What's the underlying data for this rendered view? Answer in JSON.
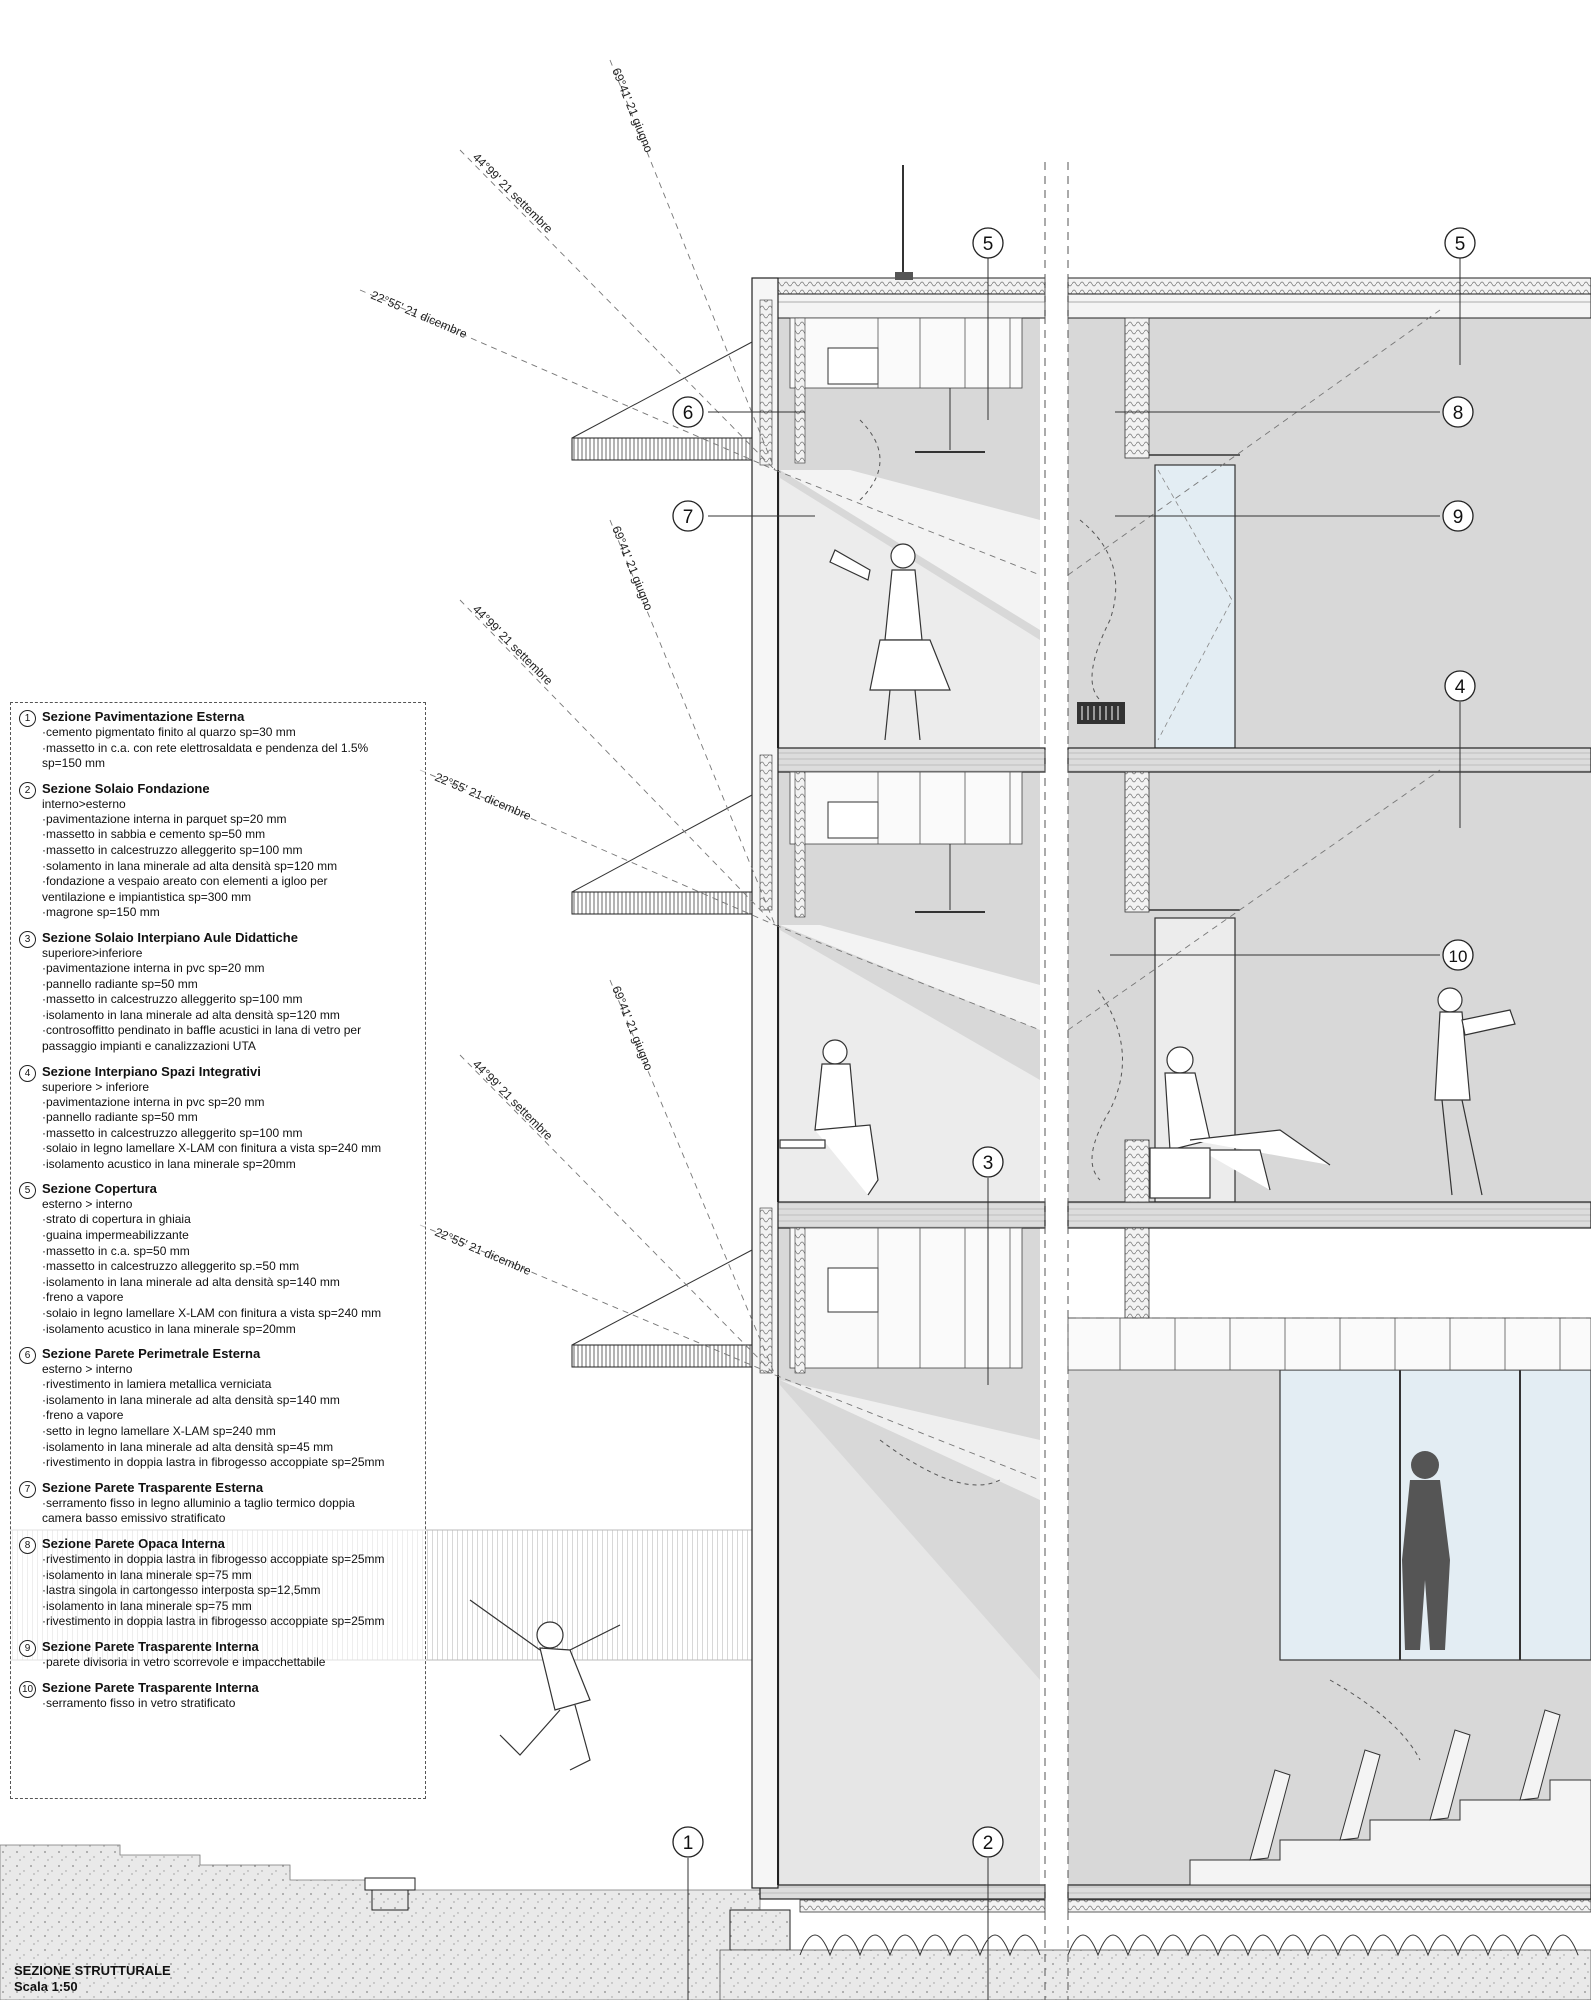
{
  "callouts": {
    "c1": "1",
    "c2": "2",
    "c3": "3",
    "c4": "4",
    "c5a": "5",
    "c5b": "5",
    "c6": "6",
    "c7": "7",
    "c8": "8",
    "c9": "9",
    "c10": "10"
  },
  "sun_angles": {
    "floor1": {
      "summer": "69°41' 21 giugno",
      "equinox": "44°99' 21 settembre",
      "winter": "22°55' 21 dicembre"
    },
    "floor2": {
      "summer": "69°41' 21 giugno",
      "equinox": "44°99' 21 settembre",
      "winter": "22°55' 21 dicembre"
    },
    "floor3": {
      "summer": "69°41' 21 giugno",
      "equinox": "44°99' 21 settembre",
      "winter": "22°55' 21 dicembre"
    }
  },
  "legend": [
    {
      "num": "1",
      "title": "Sezione Pavimentazione Esterna",
      "subtitle": "",
      "lines": [
        "·cemento pigmentato finito al quarzo sp=30 mm",
        "·massetto in c.a. con rete elettrosaldata e pendenza del 1.5%",
        "sp=150 mm"
      ]
    },
    {
      "num": "2",
      "title": "Sezione Solaio Fondazione",
      "subtitle": "interno>esterno",
      "lines": [
        "·pavimentazione interna in parquet sp=20 mm",
        "·massetto in sabbia e cemento sp=50 mm",
        "·massetto in calcestruzzo alleggerito sp=100 mm",
        "·solamento in lana minerale ad alta densità sp=120 mm",
        "·fondazione a vespaio areato con elementi a igloo per",
        "ventilazione e impiantistica sp=300 mm",
        "·magrone sp=150 mm"
      ]
    },
    {
      "num": "3",
      "title": "Sezione Solaio Interpiano Aule Didattiche",
      "subtitle": "superiore>inferiore",
      "lines": [
        "·pavimentazione interna in pvc sp=20 mm",
        "·pannello radiante sp=50 mm",
        "·massetto in calcestruzzo alleggerito sp=100 mm",
        "·isolamento in lana minerale ad alta densità sp=120 mm",
        "·controsoffitto pendinato in baffle acustici in lana di vetro per",
        "passaggio impianti e canalizzazioni UTA"
      ]
    },
    {
      "num": "4",
      "title": "Sezione Interpiano Spazi Integrativi",
      "subtitle": "superiore > inferiore",
      "lines": [
        "·pavimentazione interna in pvc sp=20 mm",
        "·pannello radiante sp=50 mm",
        "·massetto in calcestruzzo alleggerito sp=100 mm",
        "·solaio in legno lamellare X-LAM con finitura a vista sp=240 mm",
        "·isolamento acustico in lana minerale sp=20mm"
      ]
    },
    {
      "num": "5",
      "title": "Sezione Copertura",
      "subtitle": "esterno > interno",
      "lines": [
        "·strato di copertura in ghiaia",
        "·guaina impermeabilizzante",
        "·massetto in c.a. sp=50 mm",
        "·massetto in calcestruzzo alleggerito sp.=50 mm",
        "·isolamento in lana minerale ad alta densità sp=140 mm",
        "·freno a vapore",
        "·solaio in legno lamellare X-LAM con finitura a vista sp=240 mm",
        "·isolamento acustico in lana minerale sp=20mm"
      ]
    },
    {
      "num": "6",
      "title": "Sezione Parete Perimetrale Esterna",
      "subtitle": "esterno > interno",
      "lines": [
        "·rivestimento in lamiera metallica verniciata",
        "·isolamento in lana minerale ad alta densità sp=140 mm",
        "·freno a vapore",
        "·setto in legno lamellare X-LAM sp=240 mm",
        "·isolamento in lana minerale ad alta densità sp=45 mm",
        "·rivestimento in doppia lastra in fibrogesso accoppiate sp=25mm"
      ]
    },
    {
      "num": "7",
      "title": "Sezione Parete Trasparente Esterna",
      "subtitle": "",
      "lines": [
        "·serramento fisso in legno alluminio a taglio termico doppia",
        "camera basso emissivo stratificato"
      ]
    },
    {
      "num": "8",
      "title": "Sezione Parete Opaca Interna",
      "subtitle": "",
      "lines": [
        "·rivestimento in doppia lastra in fibrogesso accoppiate sp=25mm",
        "·isolamento in lana minerale sp=75 mm",
        "·lastra singola in cartongesso interposta sp=12,5mm",
        "·isolamento in lana minerale sp=75 mm",
        "·rivestimento in doppia lastra in fibrogesso accoppiate sp=25mm"
      ]
    },
    {
      "num": "9",
      "title": "Sezione Parete Trasparente Interna",
      "subtitle": "",
      "lines": [
        "·parete divisoria in vetro scorrevole e impacchettabile"
      ]
    },
    {
      "num": "10",
      "title": "Sezione Parete Trasparente Interna",
      "subtitle": "",
      "lines": [
        "·serramento fisso in vetro stratificato"
      ]
    }
  ],
  "footer": {
    "title": "SEZIONE STRUTTURALE",
    "scale": "Scala 1:50"
  }
}
